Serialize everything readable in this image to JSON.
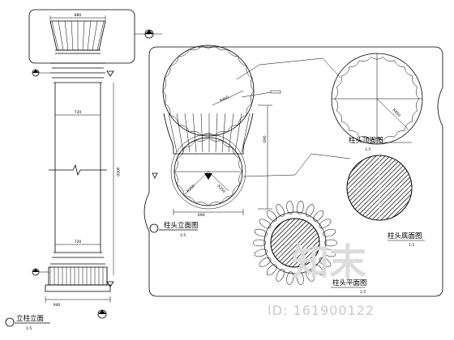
{
  "labels": {
    "column_elevation": "立柱立面",
    "head_elevation": "柱头立面图",
    "head_top": "柱头顶面图",
    "head_bottom": "柱头底面图",
    "head_plan": "柱头平面图"
  },
  "scales": {
    "column_elevation": "1:5",
    "head_elevation": "1:5",
    "head_top": "1:5",
    "head_bottom": "1:5",
    "head_plan": "1:5"
  },
  "dimensions": {
    "top_width": "880",
    "shaft_width_upper": "720",
    "shaft_width_lower": "720",
    "base_width": "940",
    "column_height": "4000",
    "head_height": "690",
    "head_width": "690",
    "radius_large": "R450",
    "radius_top": "R450",
    "radius_small": "R250",
    "radius_small2": "R250"
  },
  "watermark": {
    "text": "知末",
    "id": "ID: 161900122"
  }
}
